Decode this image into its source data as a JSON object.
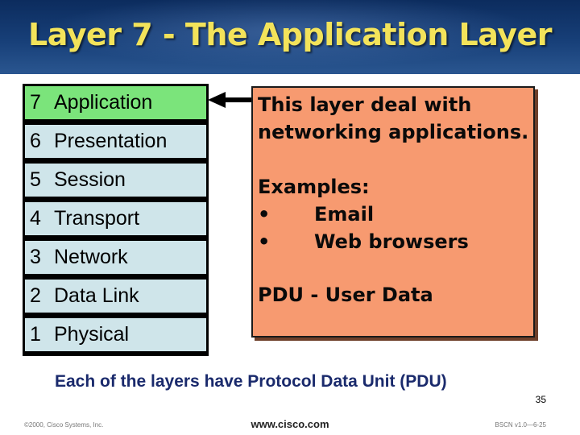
{
  "slide": {
    "title": "Layer 7 - The Application Layer",
    "page_number": "35",
    "footer": {
      "copyright": "©2000, Cisco Systems, Inc.",
      "url": "www.cisco.com",
      "code": "BSCN v1.0—6-25"
    }
  },
  "layers": [
    {
      "number": "7",
      "name": "Application",
      "highlighted": true
    },
    {
      "number": "6",
      "name": "Presentation",
      "highlighted": false
    },
    {
      "number": "5",
      "name": "Session",
      "highlighted": false
    },
    {
      "number": "4",
      "name": "Transport",
      "highlighted": false
    },
    {
      "number": "3",
      "name": "Network",
      "highlighted": false
    },
    {
      "number": "2",
      "name": "Data Link",
      "highlighted": false
    },
    {
      "number": "1",
      "name": "Physical",
      "highlighted": false
    }
  ],
  "info": {
    "description_line1": "This layer deal with",
    "description_line2": "networking applications.",
    "examples_heading": "Examples:",
    "examples": [
      {
        "bullet": "•",
        "text": "Email"
      },
      {
        "bullet": "•",
        "text": "Web browsers"
      }
    ],
    "pdu": "PDU - User Data"
  },
  "note": "Each of the layers have Protocol Data Unit (PDU)",
  "colors": {
    "title": "#f3e35a",
    "header_bg": "#173f78",
    "layer_active": "#7be47b",
    "layer_default": "#cfe5ea",
    "info_box": "#f79a70",
    "note_text": "#1a2a6c"
  }
}
